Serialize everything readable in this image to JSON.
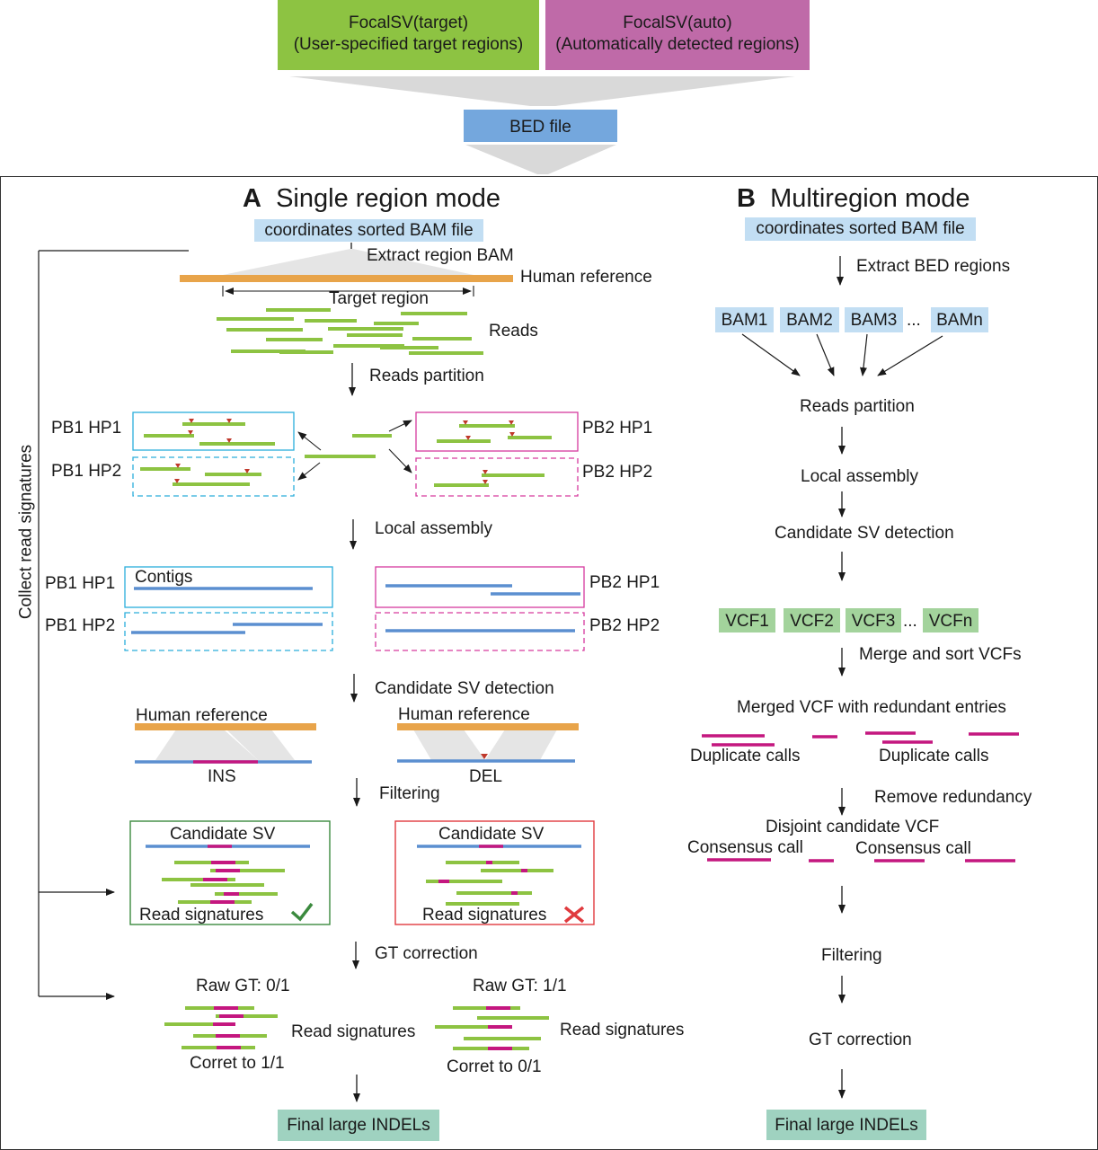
{
  "header": {
    "target_box": {
      "line1": "FocalSV(target)",
      "line2": "(User-specified target regions)"
    },
    "auto_box": {
      "line1": "FocalSV(auto)",
      "line2": "(Automatically detected regions)"
    },
    "bed_file": "BED file",
    "colors": {
      "target": "#8dc342",
      "auto": "#bf6aa8",
      "bed": "#74a7dd",
      "funnel": "#d9d9d9"
    }
  },
  "side_label": "Collect read signatures",
  "single": {
    "letter": "A",
    "title": "Single region mode",
    "bam_label": "coordinates sorted BAM file",
    "extract": "Extract region BAM",
    "human_reference": "Human reference",
    "target_region": "Target region",
    "reads": "Reads",
    "reads_partition": "Reads partition",
    "pb1_hp1": "PB1 HP1",
    "pb1_hp2": "PB1 HP2",
    "pb2_hp1": "PB2 HP1",
    "pb2_hp2": "PB2 HP2",
    "local_assembly": "Local assembly",
    "contigs": "Contigs",
    "candidate_sv_detection": "Candidate SV detection",
    "ins": "INS",
    "del": "DEL",
    "filtering": "Filtering",
    "candidate_sv": "Candidate SV",
    "read_signatures": "Read signatures",
    "gt_correction": "GT correction",
    "raw_gt_left": "Raw GT: 0/1",
    "raw_gt_right": "Raw GT: 1/1",
    "correct_left": "Corret to 1/1",
    "correct_right": "Corret to 0/1",
    "final": "Final large INDELs"
  },
  "multi": {
    "letter": "B",
    "title": "Multiregion mode",
    "bam_label": "coordinates sorted BAM file",
    "extract": "Extract BED regions",
    "bams": [
      "BAM1",
      "BAM2",
      "BAM3",
      "BAMn"
    ],
    "ellipsis": "...",
    "reads_partition": "Reads partition",
    "local_assembly": "Local assembly",
    "candidate_sv_detection": "Candidate SV detection",
    "vcfs": [
      "VCF1",
      "VCF2",
      "VCF3",
      "VCFn"
    ],
    "merge": "Merge and sort VCFs",
    "merged": "Merged VCF with redundant entries",
    "duplicate_calls": "Duplicate calls",
    "remove_redundancy": "Remove redundancy",
    "disjoint": "Disjoint candidate VCF",
    "consensus_call": "Consensus call",
    "filtering": "Filtering",
    "gt_correction": "GT correction",
    "final": "Final large INDELs"
  },
  "palette": {
    "read": "#8dc342",
    "contig": "#5b8fd0",
    "reference": "#e8a44a",
    "sv": "#c4177f",
    "snp": "#c0392b",
    "bam_bg": "#c2def3",
    "vcf_bg": "#a3d39c",
    "final_bg": "#9fd2c0",
    "partition_pb1": "#2aaedb",
    "partition_pb2": "#d63a9e",
    "pass": "#3b8a3e",
    "fail": "#e03a3e"
  }
}
